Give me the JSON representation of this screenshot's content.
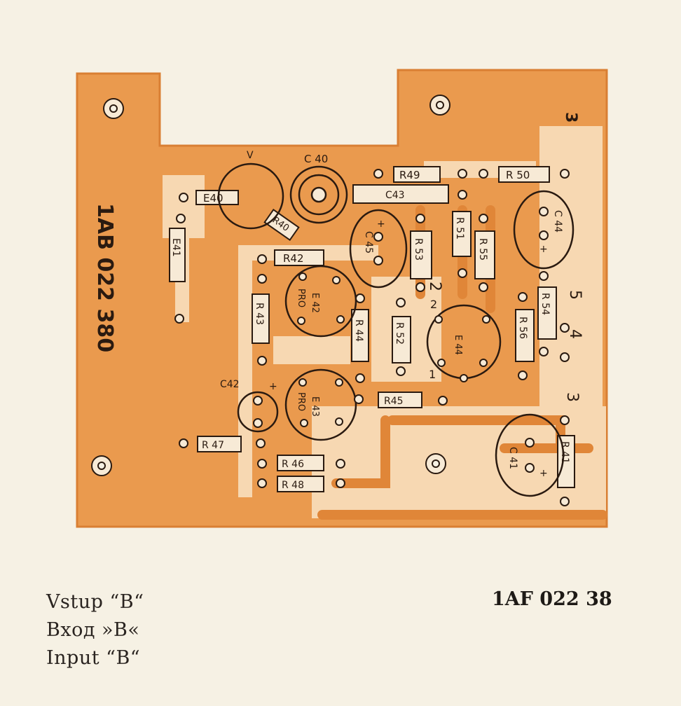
{
  "board": {
    "vertical_marking": "1AB 022 380",
    "corner_mark": "3",
    "colors": {
      "board": "#ea9a4e",
      "board_edge": "#d97f33",
      "traces": "#f7d8b2",
      "paper": "#f6f1e4",
      "ink": "#2a1a10"
    }
  },
  "components": {
    "R40": "R40",
    "R41": "R 41",
    "R42": "R42",
    "R43": "R 43",
    "R44": "R 44",
    "R45": "R45",
    "R46": "R 46",
    "R47": "R 47",
    "R48": "R 48",
    "R49": "R49",
    "R50": "R 50",
    "R51": "R 51",
    "R52": "R 52",
    "R53": "R 53",
    "R54": "R 54",
    "R55": "R 55",
    "R56": "R 56",
    "C40": "C 40",
    "C41": "C 41",
    "C42": "C42",
    "C43": "C43",
    "C44": "C 44",
    "C45": "C 45",
    "E40": "E40",
    "E41": "E41",
    "E42": "E 42",
    "E43": "E 43",
    "E44": "E 44",
    "PRO": "PRO",
    "V": "V",
    "plus": "+"
  },
  "pins": {
    "p1": "1",
    "p2": "2",
    "p3": "3",
    "p4": "4",
    "p5": "5"
  },
  "captions": {
    "line1": "Vstup “B“",
    "line2": "Вход »B«",
    "line3": "Input “B“",
    "part_number": "1AF 022 38"
  }
}
